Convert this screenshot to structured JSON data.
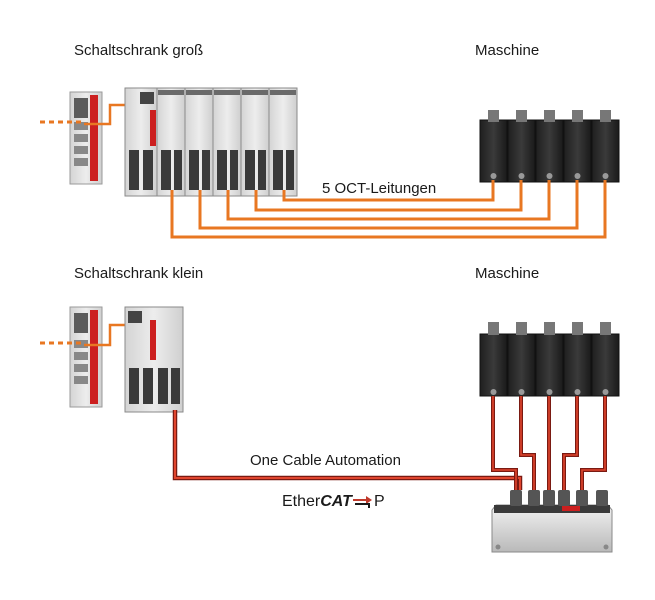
{
  "top": {
    "cabinet_label": "Schaltschrank groß",
    "machine_label": "Maschine",
    "cable_label": "5 OCT-Leitungen",
    "drive_count": 6,
    "motor_count": 5
  },
  "bottom": {
    "cabinet_label": "Schaltschrank klein",
    "machine_label": "Maschine",
    "cable_label": "One Cable Automation",
    "ethercat_prefix": "Ether",
    "ethercat_bold": "CAT",
    "ethercat_suffix": "P",
    "motor_count": 5
  },
  "colors": {
    "orange_cable": "#e87722",
    "ethercat_p_cable": "#c0392b",
    "drive_body": "#e6e6e6",
    "motor_body": "#2b2b2b",
    "beckhoff_red": "#cc1f1f"
  }
}
